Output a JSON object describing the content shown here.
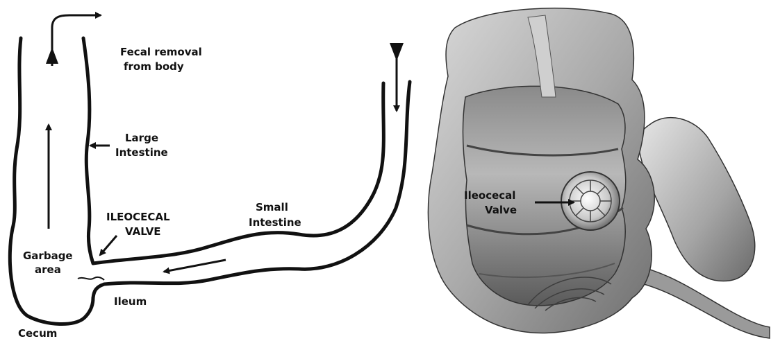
{
  "left_diagram": {
    "labels": {
      "fecal_removal_line1": "Fecal removal",
      "fecal_removal_line2": "from body",
      "large_intestine_line1": "Large",
      "large_intestine_line2": "Intestine",
      "ileocecal_valve_line1": "ILEOCECAL",
      "ileocecal_valve_line2": "VALVE",
      "small_intestine_line1": "Small",
      "small_intestine_line2": "Intestine",
      "garbage_area_line1": "Garbage",
      "garbage_area_line2": "area",
      "ileum": "Ileum",
      "cecum": "Cecum"
    }
  },
  "right_illustration": {
    "label_line1": "Ileocecal",
    "label_line2": "Valve"
  }
}
